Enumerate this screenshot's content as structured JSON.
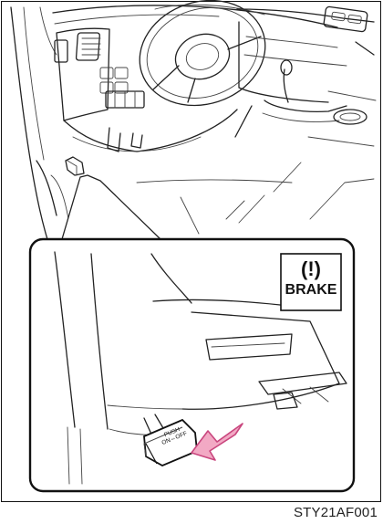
{
  "brake_indicator": {
    "symbol": "(!)",
    "label": "BRAKE"
  },
  "pedal_label": {
    "line1": "PUSH",
    "line2": "ON⇔OFF"
  },
  "caption": "STY21AF001",
  "colors": {
    "arrow": "#f2a9c4",
    "line": "#222222",
    "background": "#ffffff"
  },
  "icons": [
    "brake-warning-icon",
    "push-arrow-icon",
    "parking-brake-pedal-icon"
  ]
}
